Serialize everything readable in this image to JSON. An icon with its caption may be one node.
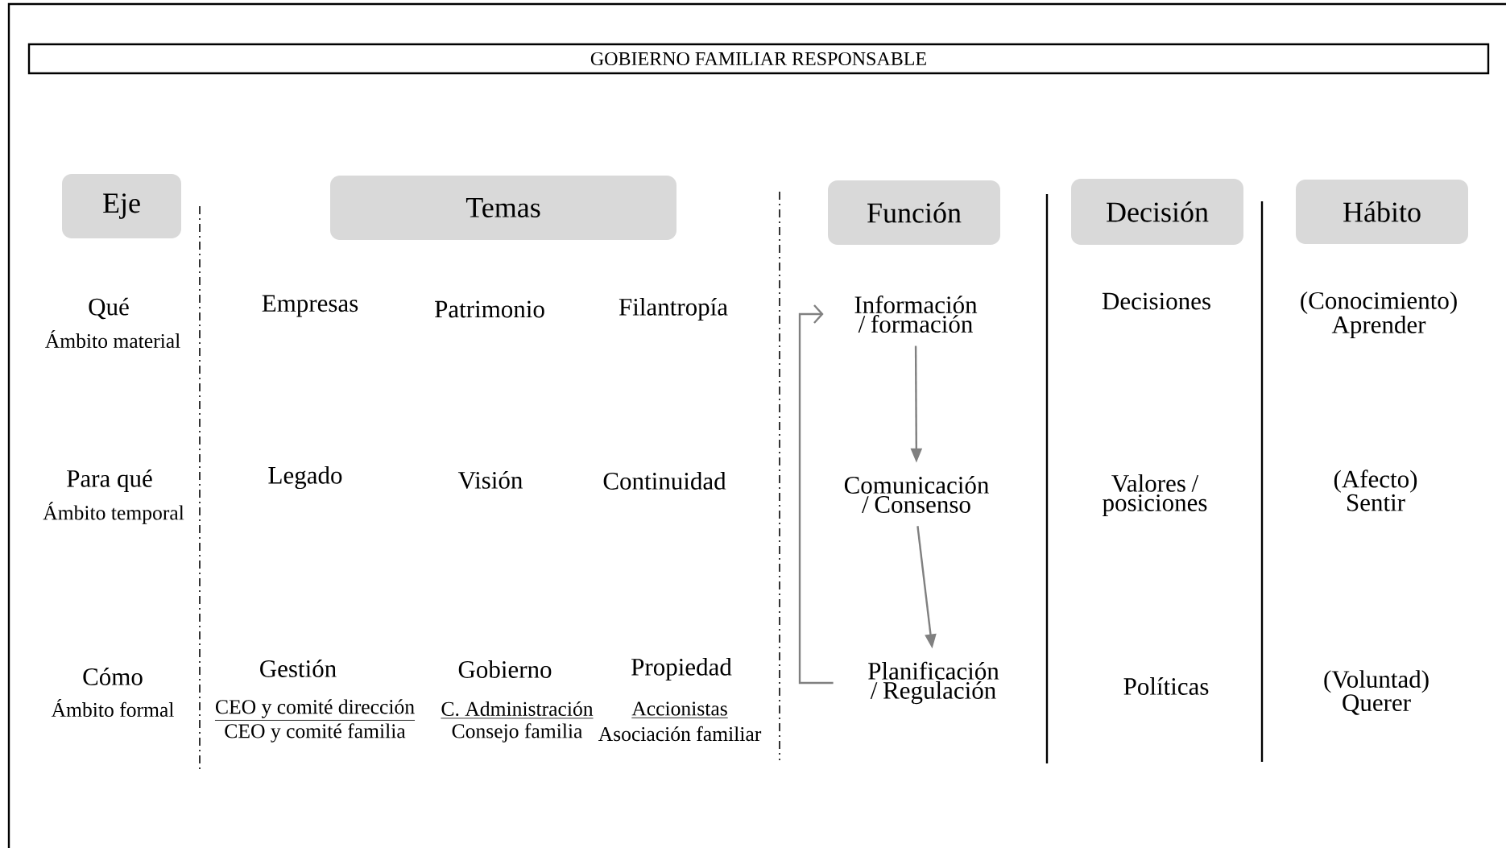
{
  "diagram": {
    "nodes": [
      {
        "text": [
          "GOBIERNO FAMILIAR RESPONSABLE"
        ]
      },
      {
        "text": [
          "Eje"
        ]
      },
      {
        "text": [
          "Temas"
        ]
      },
      {
        "text": [
          "Función"
        ]
      },
      {
        "text": [
          "Decisión"
        ]
      },
      {
        "text": [
          "Hábito"
        ]
      },
      {
        "text": [
          "Información / formación"
        ]
      },
      {
        "text": [
          "Comunicación / Consenso"
        ]
      },
      {
        "text": [
          "Planificación / Regulación"
        ]
      }
    ],
    "edges": [
      {
        "from": 6,
        "to": 7,
        "arrow": "to"
      },
      {
        "from": 7,
        "to": 8,
        "arrow": "to"
      },
      {
        "from": 8,
        "to": 6,
        "arrow": "to"
      }
    ],
    "labels": [
      "Qué",
      "Ámbito material",
      "Empresas",
      "Patrimonio",
      "Filantropía",
      "Decisiones",
      "(Conocimiento) Aprender",
      "Para qué",
      "Ámbito temporal",
      "Legado",
      "Visión",
      "Continuidad",
      "Valores / posiciones",
      "(Afecto) Sentir",
      "Cómo",
      "Ámbito formal",
      "Gestión",
      "Gobierno",
      "Propiedad",
      "Políticas",
      "(Voluntad) Querer",
      "CEO y comité dirección",
      "C. Administración",
      "Accionistas",
      "CEO y comité familia",
      "Consejo familia",
      "Asociación familiar"
    ]
  }
}
